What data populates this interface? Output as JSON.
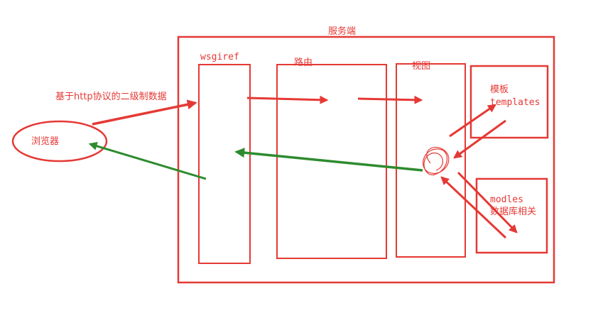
{
  "server": {
    "label": "服务端"
  },
  "browser": {
    "label": "浏览器"
  },
  "request_label": "基于http协议的二级制数据",
  "wsgiref": {
    "label": "wsgiref"
  },
  "router": {
    "label": "路由"
  },
  "views": {
    "label": "视图"
  },
  "templates": {
    "label": "模板",
    "sublabel": "templates"
  },
  "models": {
    "label": "modles",
    "sublabel": "数据库相关"
  },
  "colors": {
    "primary": "#e53935",
    "response": "#2e8b2e"
  }
}
